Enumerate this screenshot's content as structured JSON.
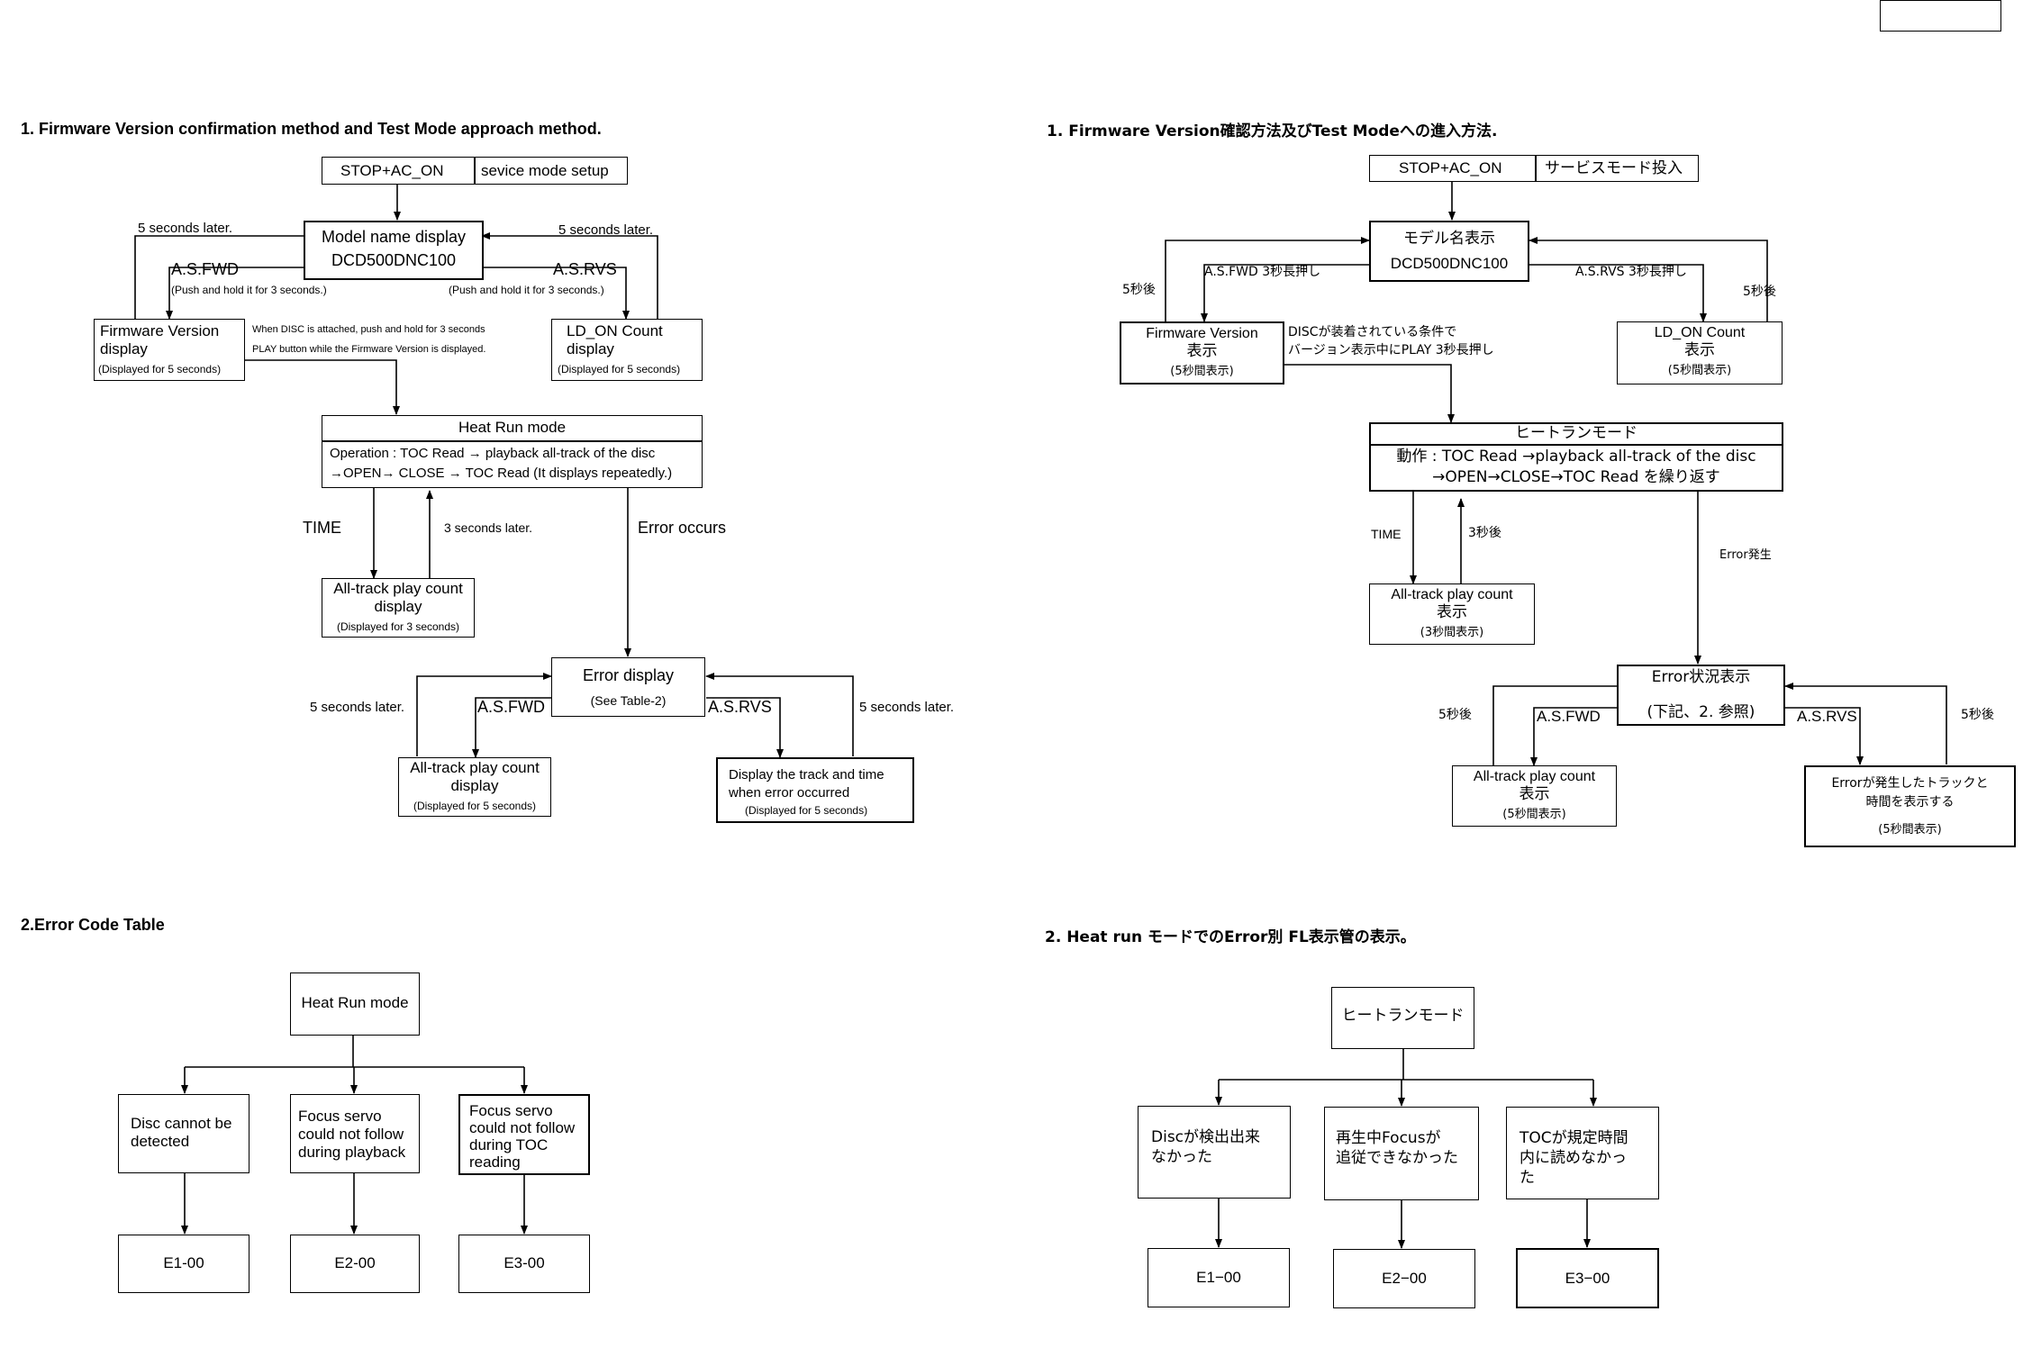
{
  "left": {
    "title1": "1. Firmware Version confirmation method and Test Mode approach method.",
    "stop_ac_on": "STOP+AC_ON",
    "service_setup": "sevice mode setup",
    "model_name_l1": "Model name display",
    "model_name_l2": "DCD500DNC100",
    "five_sec_left": "5 seconds later.",
    "five_sec_right": "5 seconds later.",
    "asfwd": "A.S.FWD",
    "asfwd_hold": "(Push and hold it for 3 seconds.)",
    "asrvs": "A.S.RVS",
    "asrvs_hold": "(Push and hold it for 3 seconds.)",
    "fw_l1": "Firmware Version",
    "fw_l2": "display",
    "fw_l3": "(Displayed for 5 seconds)",
    "disc_note_l1": "When DISC is attached, push and hold for 3 seconds",
    "disc_note_l2": "PLAY button while the Firmware Version is displayed.",
    "ld_l1": "LD_ON Count",
    "ld_l2": "display",
    "ld_l3": "(Displayed for 5 seconds)",
    "heat_title": "Heat Run mode",
    "heat_op_l1": "Operation : TOC Read     →  playback all-track of the disc",
    "heat_op_l2": "→OPEN→ CLOSE → TOC Read (It displays repeatedly.)",
    "time": "TIME",
    "three_sec": "3 seconds later.",
    "error_occurs": "Error occurs",
    "allcount_l1": "All-track play count",
    "allcount_l2": "display",
    "allcount_l3": "(Displayed for 3 seconds)",
    "err_l1": "Error display",
    "err_l2": "(See Table-2)",
    "five_sec_err_left": "5 seconds later.",
    "five_sec_err_right": "5 seconds later.",
    "err_asfwd": "A.S.FWD",
    "err_asrvs": "A.S.RVS",
    "allcount5_l1": "All-track play count",
    "allcount5_l2": "display",
    "allcount5_l3": "(Displayed for 5 seconds)",
    "track_l1": "Display the track and time",
    "track_l2": "when error occurred",
    "track_l3": "(Displayed for 5 seconds)",
    "title2": "2.Error Code Table",
    "heat2": "Heat Run mode",
    "c1_l1": "Disc cannot be",
    "c1_l2": "detected",
    "c2_l1": "Focus servo",
    "c2_l2": "could not follow",
    "c2_l3": "during playback",
    "c3_l1": "Focus servo",
    "c3_l2": "could not follow",
    "c3_l3": "during TOC",
    "c3_l4": "reading",
    "e1": "E1-00",
    "e2": "E2-00",
    "e3": "E3-00"
  },
  "right": {
    "title1": "1. Firmware Version確認方法及びTest Modeへの進入方法.",
    "stop_ac_on": "STOP+AC_ON",
    "service_setup": "サービスモード投入",
    "model_l1": "モデル名表示",
    "model_l2": "DCD500DNC100",
    "five_left": "5秒後",
    "five_right": "5秒後",
    "asfwd": "A.S.FWD 3秒長押し",
    "asrvs": "A.S.RVS 3秒長押し",
    "fw_l1": "Firmware Version",
    "fw_l2": "表示",
    "fw_l3": "(5秒間表示)",
    "disc_l1": "DISCが装着されている条件で",
    "disc_l2": "バージョン表示中にPLAY 3秒長押し",
    "ld_l1": "LD_ON Count",
    "ld_l2": "表示",
    "ld_l3": "(5秒間表示)",
    "heat_title": "ヒートランモード",
    "heat_l1": "動作 : TOC Read →playback all-track of the disc",
    "heat_l2": "→OPEN→CLOSE→TOC Read を繰り返す",
    "time": "TIME",
    "three": "3秒後",
    "err_occ": "Error発生",
    "allc_l1": "All-track play count",
    "allc_l2": "表示",
    "allc_l3": "(3秒間表示)",
    "err_l1": "Error状況表示",
    "err_l2": "(下記、2. 参照)",
    "five_err_left": "5秒後",
    "five_err_right": "5秒後",
    "err_asfwd": "A.S.FWD",
    "err_asrvs": "A.S.RVS",
    "allc5_l1": "All-track play count",
    "allc5_l2": "表示",
    "allc5_l3": "(5秒間表示)",
    "trk_l1": "Errorが発生したトラックと",
    "trk_l2": "時間を表示する",
    "trk_l3": "(5秒間表示)",
    "title2": "2. Heat run モードでのError別 FL表示管の表示。",
    "heat2": "ヒートランモード",
    "c1_l1": "Discが検出出来",
    "c1_l2": "なかった",
    "c2_l1": "再生中Focusが",
    "c2_l2": "追従できなかった",
    "c3_l1": "TOCが規定時間",
    "c3_l2": "内に読めなかっ",
    "c3_l3": "た",
    "e1": "E1−00",
    "e2": "E2−00",
    "e3": "E3−00"
  }
}
